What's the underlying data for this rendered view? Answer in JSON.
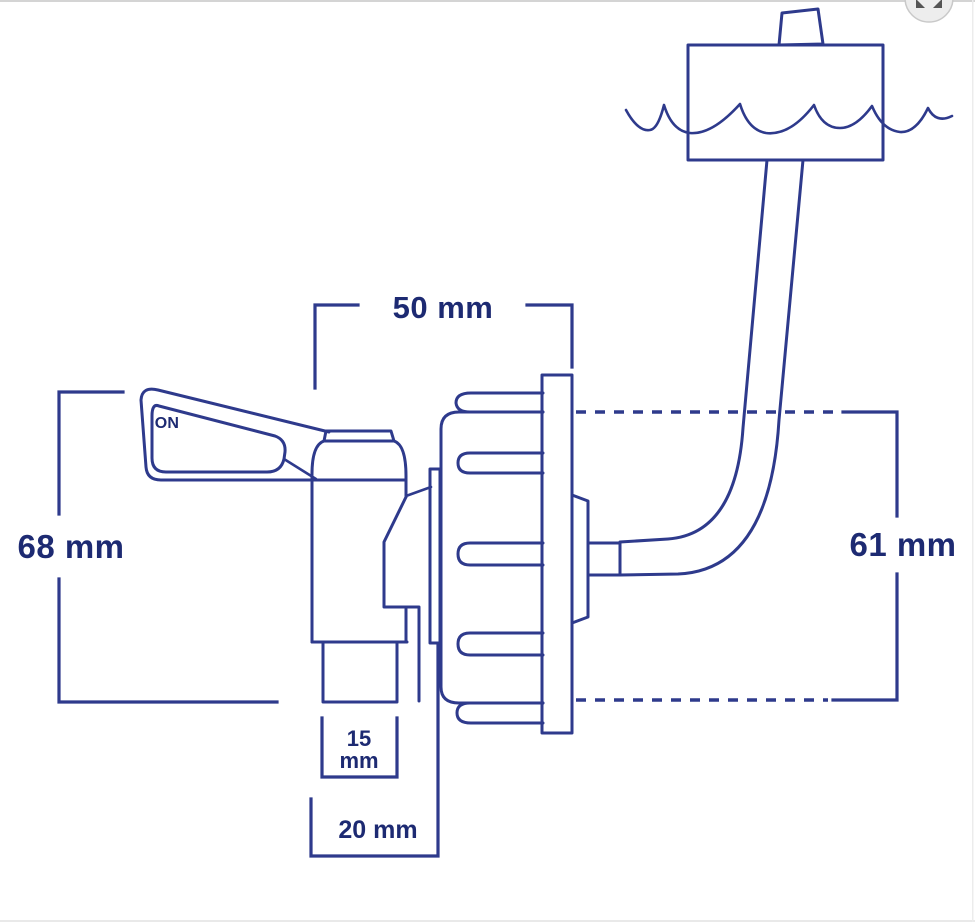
{
  "diagram": {
    "type": "technical-dimension-drawing",
    "subject": "Side view of a jerry-can tap (lever valve with ribbed cap nut) and dip tube reaching into container water level",
    "labels": {
      "top_width": "50 mm",
      "left_height": "68 mm",
      "right_height": "61 mm",
      "spout_width_line1": "15",
      "spout_width_line2": "mm",
      "outlet_width": "20 mm",
      "lever_state": "ON"
    },
    "colors": {
      "line": "#2e3a8c",
      "text": "#1d2a72",
      "background": "#ffffff",
      "top_border": "#d4d4d4",
      "bottom_border": "#e9e9e9",
      "zoom_button_bg": "#ededed",
      "zoom_button_border": "#c9c9c9",
      "zoom_icon": "#555555"
    }
  },
  "controls": {
    "zoom_button_icon": "expand-arrows-icon"
  }
}
